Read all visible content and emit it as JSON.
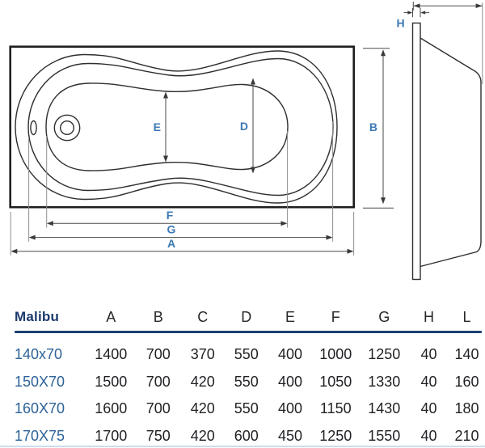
{
  "diagram": {
    "dims": {
      "A": "A",
      "B": "B",
      "D": "D",
      "E": "E",
      "F": "F",
      "G": "G",
      "H": "H"
    }
  },
  "table": {
    "brand": "Malibu",
    "columns": [
      "A",
      "B",
      "C",
      "D",
      "E",
      "F",
      "G",
      "H",
      "L"
    ],
    "rows": [
      {
        "model": "140x70",
        "values": [
          "1400",
          "700",
          "370",
          "550",
          "400",
          "1000",
          "1250",
          "40",
          "140"
        ]
      },
      {
        "model": "150X70",
        "values": [
          "1500",
          "700",
          "420",
          "550",
          "400",
          "1050",
          "1330",
          "40",
          "160"
        ]
      },
      {
        "model": "160X70",
        "values": [
          "1600",
          "700",
          "420",
          "550",
          "400",
          "1150",
          "1430",
          "40",
          "180"
        ]
      },
      {
        "model": "170X75",
        "values": [
          "1700",
          "750",
          "420",
          "600",
          "450",
          "1250",
          "1550",
          "40",
          "210"
        ]
      }
    ]
  },
  "colors": {
    "accent_navy": "#1c3a6d",
    "dim_label_blue": "#3c78b4",
    "row_label_blue": "#2d6398",
    "drawing_line": "#2e2e2e",
    "value_text": "#1f2124"
  }
}
